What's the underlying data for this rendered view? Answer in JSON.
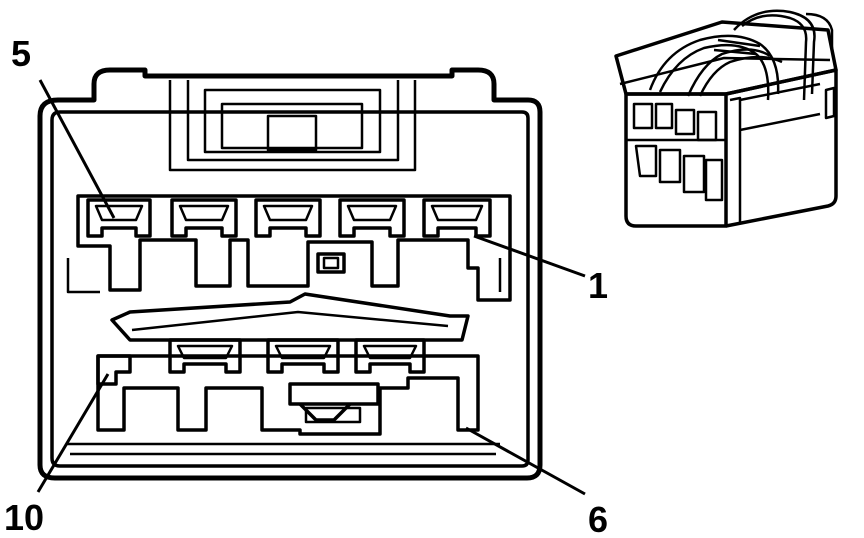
{
  "diagram": {
    "callouts": [
      {
        "id": "5",
        "text": "5"
      },
      {
        "id": "1",
        "text": "1"
      },
      {
        "id": "10",
        "text": "10"
      },
      {
        "id": "6",
        "text": "6"
      }
    ]
  }
}
